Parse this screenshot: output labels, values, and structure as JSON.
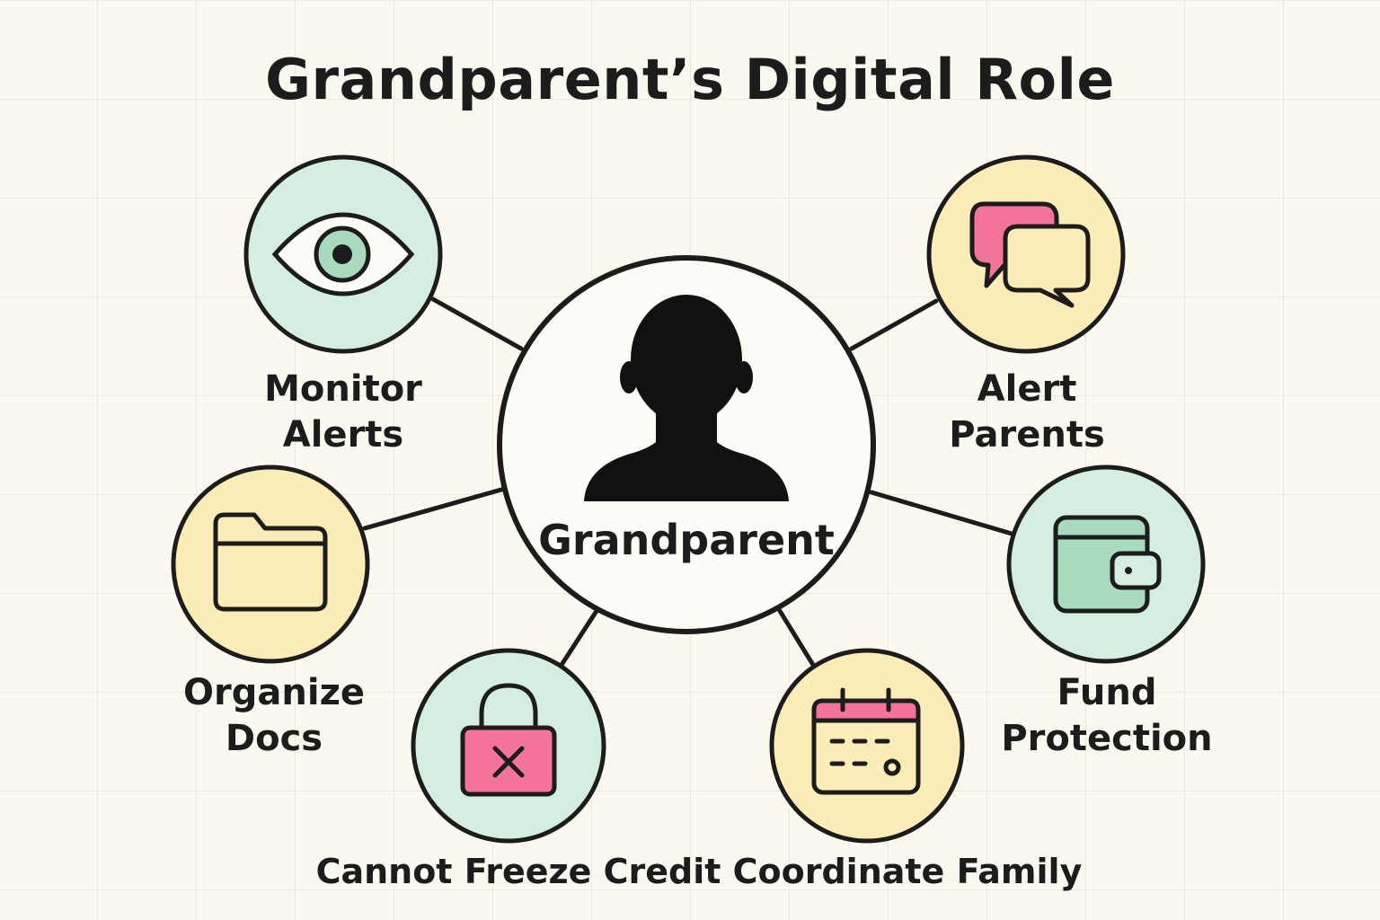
{
  "title": "Grandparent’s Digital Role",
  "center": {
    "label": "Grandparent",
    "icon": "person-silhouette-icon"
  },
  "nodes": [
    {
      "id": "monitor-alerts",
      "lines": [
        "Monitor",
        "Alerts"
      ],
      "icon": "eye-icon",
      "color": "#d4efdf"
    },
    {
      "id": "alert-parents",
      "lines": [
        "Alert",
        "Parents"
      ],
      "icon": "chat-bubbles-icon",
      "color": "#fbecb8"
    },
    {
      "id": "organize-docs",
      "lines": [
        "Organize",
        "Docs"
      ],
      "icon": "folder-icon",
      "color": "#fbecb8"
    },
    {
      "id": "fund-protection",
      "lines": [
        "Fund",
        "Protection"
      ],
      "icon": "wallet-icon",
      "color": "#d4efdf"
    },
    {
      "id": "cannot-freeze-credit",
      "lines": [
        "Cannot Freeze Credit"
      ],
      "icon": "locked-padlock-x-icon",
      "color": "#d4efdf"
    },
    {
      "id": "coordinate-family",
      "lines": [
        "Coordinate Family"
      ],
      "icon": "calendar-icon",
      "color": "#fbecb8"
    }
  ],
  "colors": {
    "mint": "#d4efdf",
    "cream": "#fbecb8",
    "pink": "#f47499",
    "green": "#a8dbbe",
    "stroke": "#1c1c1c"
  }
}
